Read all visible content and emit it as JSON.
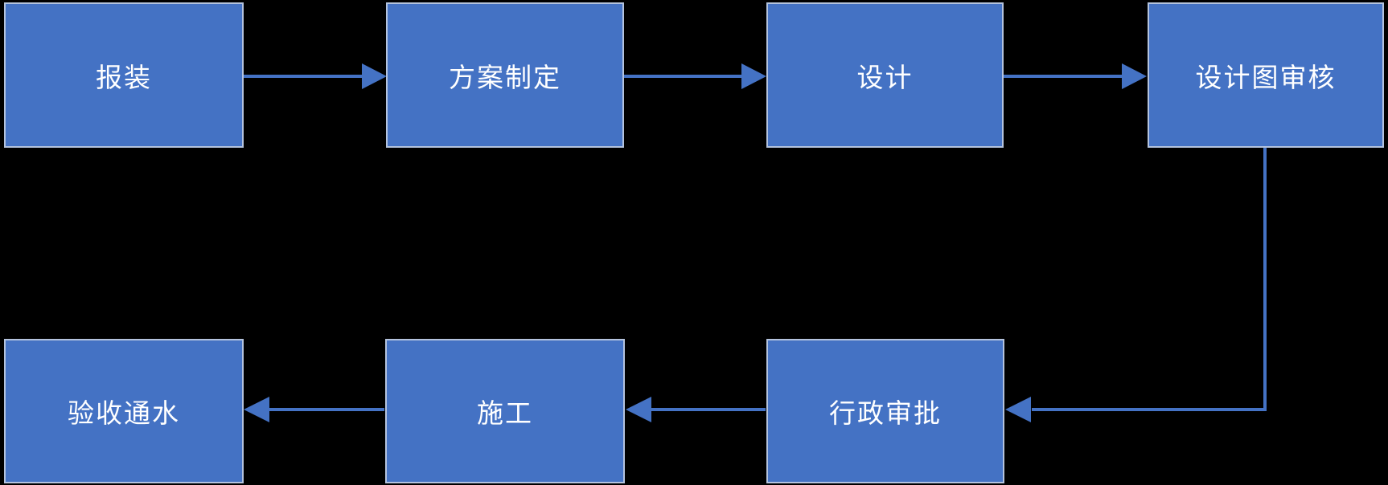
{
  "diagram": {
    "type": "flowchart",
    "nodes": [
      {
        "id": "baozhuang",
        "label": "报装"
      },
      {
        "id": "fangan-zhiding",
        "label": "方案制定"
      },
      {
        "id": "sheji",
        "label": "设计"
      },
      {
        "id": "shejitu-shenhe",
        "label": "设计图审核"
      },
      {
        "id": "xingzheng-shenpi",
        "label": "行政审批"
      },
      {
        "id": "shigong",
        "label": "施工"
      },
      {
        "id": "yanshou-tongshui",
        "label": "验收通水"
      }
    ],
    "edges": [
      {
        "from": "报装",
        "to": "方案制定",
        "direction": "right"
      },
      {
        "from": "方案制定",
        "to": "设计",
        "direction": "right"
      },
      {
        "from": "设计",
        "to": "设计图审核",
        "direction": "right"
      },
      {
        "from": "设计图审核",
        "to": "行政审批",
        "direction": "down-then-left"
      },
      {
        "from": "行政审批",
        "to": "施工",
        "direction": "left"
      },
      {
        "from": "施工",
        "to": "验收通水",
        "direction": "left"
      }
    ],
    "colors": {
      "node_fill": "#4472C4",
      "node_border": "#B4C3DE",
      "node_text": "#FFFFFF",
      "arrow": "#4472C4",
      "background": "#000000"
    }
  }
}
